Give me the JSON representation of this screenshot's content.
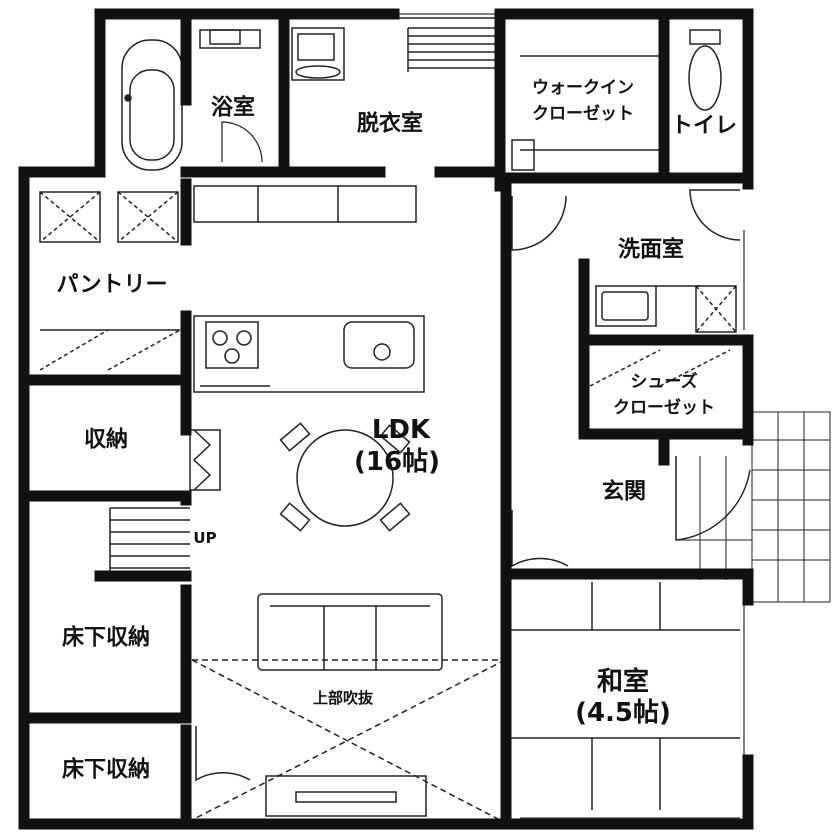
{
  "rooms": {
    "bath": "浴室",
    "dressing": "脱衣室",
    "walk_in_closet_line1": "ウォークイン",
    "walk_in_closet_line2": "クローゼット",
    "toilet": "トイレ",
    "pantry": "パントリー",
    "washroom": "洗面室",
    "storage": "収納",
    "ldk_line1": "LDK",
    "ldk_line2": "(16帖)",
    "shoes_closet_line1": "シューズ",
    "shoes_closet_line2": "クローゼット",
    "entrance": "玄関",
    "underfloor_storage_1": "床下収納",
    "underfloor_storage_2": "床下収納",
    "japanese_room_line1": "和室",
    "japanese_room_line2": "(4.5帖)"
  },
  "annotations": {
    "stairs_up": "UP",
    "open_ceiling": "上部吹抜"
  },
  "colors": {
    "wall": "#111111",
    "background": "#ffffff"
  }
}
